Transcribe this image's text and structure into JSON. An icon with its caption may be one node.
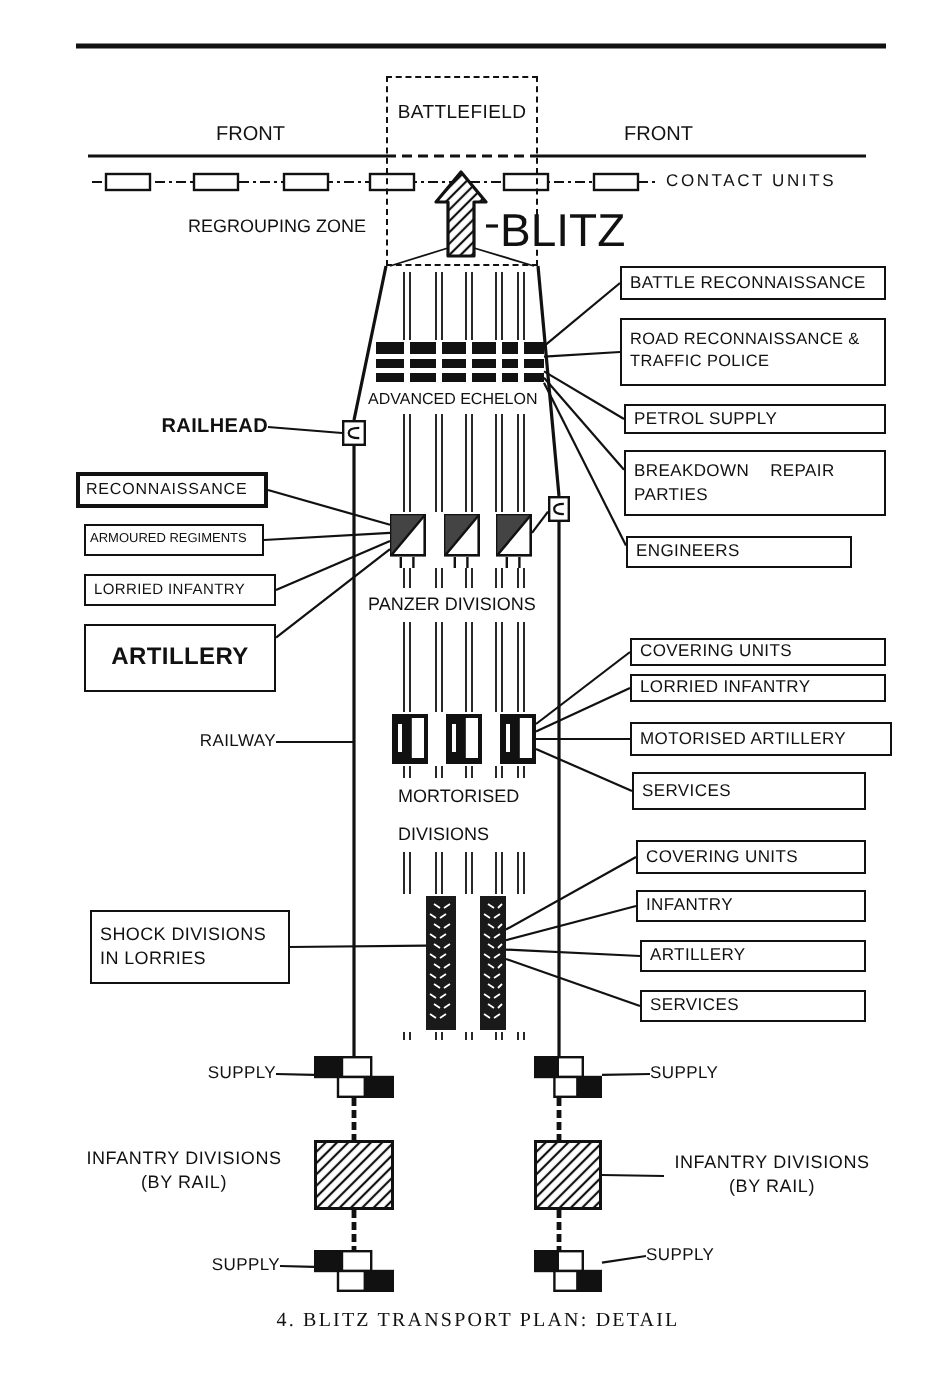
{
  "diagram": {
    "caption": "4. BLITZ TRANSPORT PLAN: DETAIL",
    "nodes": [
      {
        "text": [
          "BATTLEFIELD"
        ]
      },
      {
        "text": [
          "BATTLE RECONNAISSANCE"
        ]
      },
      {
        "text": [
          "ROAD RECONNAISSANCE & TRAFFIC POLICE"
        ]
      },
      {
        "text": [],
        "shape": "bar"
      },
      {
        "text": [
          "PETROL SUPPLY"
        ]
      },
      {
        "text": [
          "RAILHEAD"
        ]
      },
      {
        "text": [],
        "shape": "box"
      },
      {
        "text": [
          "BREAKDOWN REPAIR PARTIES"
        ]
      },
      {
        "text": [
          "RECONNAISSANCE"
        ]
      },
      {
        "text": [],
        "shape": "box"
      },
      {
        "text": [],
        "shape": "box"
      },
      {
        "text": [],
        "shape": "box"
      },
      {
        "text": [],
        "shape": "box"
      },
      {
        "text": [
          "ARMOURED REGIMENTS"
        ]
      },
      {
        "text": [
          "ENGINEERS"
        ]
      },
      {
        "text": [
          "LORRIED INFANTRY"
        ]
      },
      {
        "text": [
          "ARTILLERY"
        ]
      },
      {
        "text": [
          "COVERING UNITS"
        ]
      },
      {
        "text": [
          "LORRIED INFANTRY"
        ]
      },
      {
        "text": [],
        "shape": "box"
      },
      {
        "text": [],
        "shape": "box"
      },
      {
        "text": [],
        "shape": "box"
      },
      {
        "text": [
          "MOTORISED ARTILLERY"
        ]
      },
      {
        "text": [
          "RAILWAY"
        ]
      },
      {
        "text": [
          "SERVICES"
        ]
      },
      {
        "text": [
          "COVERING UNITS"
        ]
      },
      {
        "text": [
          "INFANTRY"
        ]
      },
      {
        "text": [],
        "shape": "bar"
      },
      {
        "text": [],
        "shape": "bar"
      },
      {
        "text": [
          "SHOCK DIVISIONS IN LORRIES"
        ]
      },
      {
        "text": [
          "ARTILLERY"
        ]
      },
      {
        "text": [
          "SERVICES"
        ]
      },
      {
        "text": [
          "SUPPLY"
        ]
      },
      {
        "text": [],
        "shape": "box"
      },
      {
        "text": [],
        "shape": "box"
      },
      {
        "text": [
          "SUPPLY"
        ]
      },
      {
        "text": [],
        "shape": "box",
        "beside": [
          "INFANTRY DIVISIONS (BY RAIL)"
        ]
      },
      {
        "text": [],
        "shape": "box"
      },
      {
        "text": [
          "INFANTRY DIVISIONS (BY RAIL)"
        ]
      },
      {
        "text": [
          "SUPPLY"
        ]
      },
      {
        "text": [],
        "shape": "box"
      },
      {
        "text": [],
        "shape": "box"
      },
      {
        "text": [
          "SUPPLY"
        ]
      }
    ],
    "edges": [
      {
        "from": 1,
        "to": 3,
        "arrow": "none"
      },
      {
        "from": 2,
        "to": 3,
        "arrow": "none"
      },
      {
        "from": 4,
        "to": 3,
        "arrow": "none"
      },
      {
        "from": 7,
        "to": 3,
        "arrow": "none"
      },
      {
        "from": 14,
        "to": 3,
        "arrow": "none"
      },
      {
        "from": 5,
        "to": 6,
        "arrow": "none"
      },
      {
        "from": 9,
        "to": 12,
        "arrow": "none"
      },
      {
        "from": 8,
        "to": 10,
        "arrow": "none"
      },
      {
        "from": 13,
        "to": 10,
        "arrow": "none"
      },
      {
        "from": 15,
        "to": 10,
        "arrow": "none"
      },
      {
        "from": 16,
        "to": 10,
        "arrow": "none"
      },
      {
        "from": 17,
        "to": 21,
        "arrow": "none"
      },
      {
        "from": 18,
        "to": 21,
        "arrow": "none"
      },
      {
        "from": 22,
        "to": 21,
        "arrow": "none"
      },
      {
        "from": 24,
        "to": 21,
        "arrow": "none"
      },
      {
        "from": 23,
        "to": null,
        "arrow": "none"
      },
      {
        "from": 29,
        "to": 27,
        "arrow": "none"
      },
      {
        "from": 25,
        "to": 28,
        "arrow": "none"
      },
      {
        "from": 26,
        "to": 28,
        "arrow": "none"
      },
      {
        "from": 30,
        "to": 28,
        "arrow": "none"
      },
      {
        "from": 31,
        "to": 28,
        "arrow": "none"
      },
      {
        "from": 32,
        "to": 33,
        "arrow": "none"
      },
      {
        "from": 34,
        "to": 35,
        "arrow": "none"
      },
      {
        "from": 37,
        "to": 38,
        "arrow": "none"
      },
      {
        "from": 39,
        "to": 40,
        "arrow": "none"
      },
      {
        "from": 41,
        "to": 42,
        "arrow": "none"
      },
      {
        "from": 0,
        "to": 6,
        "arrow": "none"
      },
      {
        "from": 6,
        "to": 33,
        "arrow": "none"
      },
      {
        "from": 33,
        "to": 36,
        "arrow": "none",
        "style": "dashed"
      },
      {
        "from": 36,
        "to": 40,
        "arrow": "none",
        "style": "dashed"
      },
      {
        "from": 0,
        "to": 9,
        "arrow": "none"
      },
      {
        "from": 9,
        "to": 34,
        "arrow": "none"
      },
      {
        "from": 34,
        "to": 37,
        "arrow": "none",
        "style": "dashed"
      },
      {
        "from": 37,
        "to": 41,
        "arrow": "none",
        "style": "dashed"
      }
    ],
    "labels": [
      "FRONT",
      "FRONT",
      "CONTACT UNITS",
      "REGROUPING ZONE",
      "BLITZ",
      "ADVANCED ECHELON",
      "PANZER DIVISIONS",
      "MORTORISED DIVISIONS"
    ]
  }
}
